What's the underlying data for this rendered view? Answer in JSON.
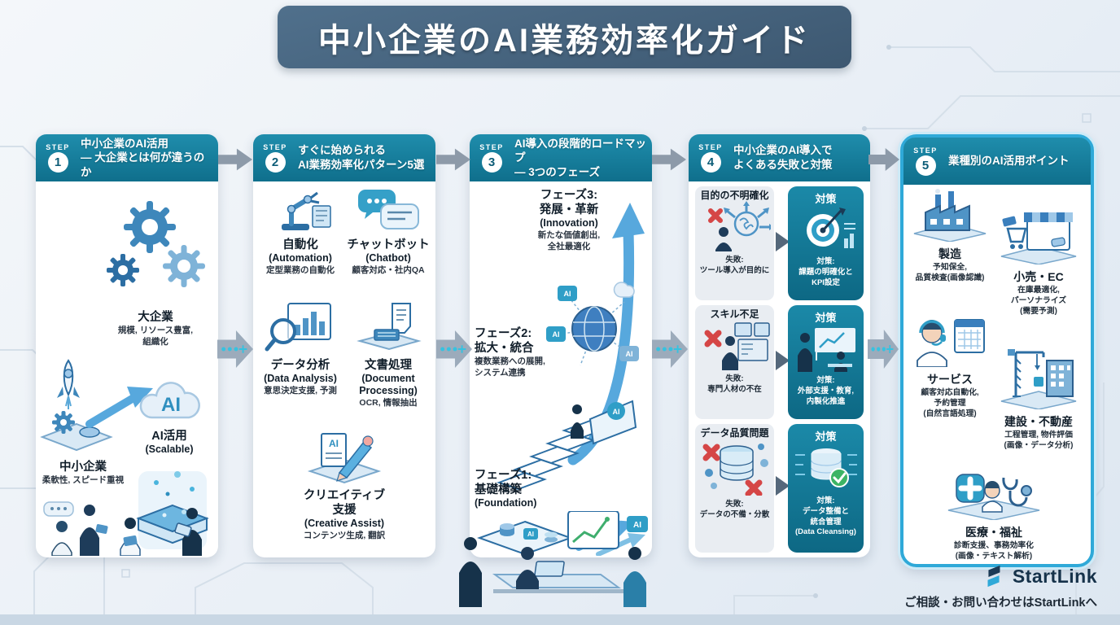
{
  "title": "中小企業のAI業務効率化ガイド",
  "ai_label": "AI",
  "steps": [
    {
      "step_label": "STEP",
      "number": "1",
      "title": "中小企業のAI活用\n― 大企業とは何が違うのか",
      "large_company": {
        "label": "大企業",
        "desc": "規模, リソース豊富,\n組織化"
      },
      "sme": {
        "label": "中小企業",
        "desc": "柔軟性, スピード重視"
      },
      "ai_use": {
        "label": "AI活用",
        "sublabel": "(Scalable)"
      }
    },
    {
      "step_label": "STEP",
      "number": "2",
      "title": "すぐに始められる\nAI業務効率化パターン5選",
      "items": [
        {
          "title": "自動化",
          "en": "(Automation)",
          "desc": "定型業務の自動化"
        },
        {
          "title": "チャットボット",
          "en": "(Chatbot)",
          "desc": "顧客対応・社内QA"
        },
        {
          "title": "データ分析",
          "en": "(Data Analysis)",
          "desc": "意思決定支援, 予測"
        },
        {
          "title": "文書処理",
          "en": "(Document\nProcessing)",
          "desc": "OCR, 情報抽出"
        },
        {
          "title": "クリエイティブ支援",
          "en": "(Creative Assist)",
          "desc": "コンテンツ生成, 翻訳"
        }
      ]
    },
    {
      "step_label": "STEP",
      "number": "3",
      "title": "AI導入の段階的ロードマップ\n― 3つのフェーズ",
      "phases": [
        {
          "name": "フェーズ3:",
          "title": "発展・革新",
          "en": "(Innovation)",
          "desc": "新たな価値創出,\n全社最適化"
        },
        {
          "name": "フェーズ2:",
          "title": "拡大・統合",
          "en": "",
          "desc": "複数業務への展開,\nシステム連携"
        },
        {
          "name": "フェーズ1:",
          "title": "基礎構築",
          "en": "(Foundation)",
          "desc": ""
        }
      ]
    },
    {
      "step_label": "STEP",
      "number": "4",
      "title": "中小企業のAI導入で\nよくある失敗と対策",
      "rows": [
        {
          "problem": "目的の不明確化",
          "fail_label": "失敗:",
          "fail_desc": "ツール導入が目的に",
          "counter_title": "対策",
          "counter_label": "対策:",
          "counter_desc": "課題の明確化と\nKPI設定",
          "counter_en": ""
        },
        {
          "problem": "スキル不足",
          "fail_label": "失敗:",
          "fail_desc": "専門人材の不在",
          "counter_title": "対策",
          "counter_label": "対策:",
          "counter_desc": "外部支援・教育,\n内製化推進",
          "counter_en": ""
        },
        {
          "problem": "データ品質問題",
          "fail_label": "失敗:",
          "fail_desc": "データの不備・分散",
          "counter_title": "対策",
          "counter_label": "対策:",
          "counter_desc": "データ整備と\n統合管理",
          "counter_en": "(Data Cleansing)"
        }
      ]
    },
    {
      "step_label": "STEP",
      "number": "5",
      "title": "業種別のAI活用ポイント",
      "industries": [
        {
          "name": "製造",
          "desc": "予知保全,\n品質検査(画像認識)"
        },
        {
          "name": "小売・EC",
          "desc": "在庫最適化,\nパーソナライズ\n(需要予測)"
        },
        {
          "name": "サービス",
          "desc": "顧客対応自動化,\n予約管理\n(自然言語処理)"
        },
        {
          "name": "建設・不動産",
          "desc": "工程管理, 物件評価\n(画像・データ分析)"
        },
        {
          "name": "医療・福祉",
          "desc": "診断支援、事務効率化\n(画像・テキスト解析)"
        }
      ]
    }
  ],
  "footer": {
    "brand": "StartLink",
    "contact": "ご相談・お問い合わせはStartLinkへ"
  },
  "colors": {
    "header_teal": "#15809f",
    "title_bar": "#43607b",
    "highlight_border": "#2fa9d8",
    "fail_red": "#d54646"
  }
}
